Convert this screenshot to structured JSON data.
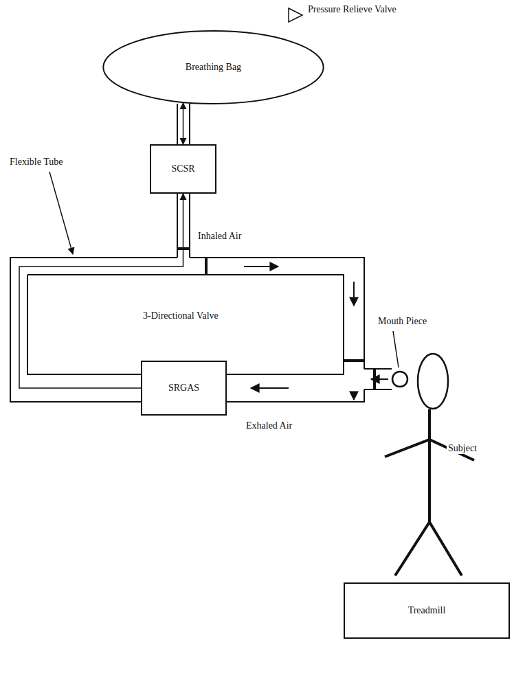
{
  "diagram": {
    "nodes": [
      {
        "text": [
          "Breathing Bag"
        ]
      },
      {
        "text": [
          "SCSR"
        ]
      },
      {
        "text": [
          "SRGAS"
        ]
      },
      {
        "text": [
          "Treadmill"
        ]
      }
    ],
    "edges": [
      {
        "from": 0,
        "to": 1,
        "arrow": "both"
      },
      {
        "from": 2,
        "to": 1,
        "arrow": "to"
      }
    ],
    "labels": [
      "Pressure Relieve Valve",
      "Flexible Tube",
      "Inhaled Air",
      "3-Directional Valve",
      "Mouth Piece",
      "Exhaled Air",
      "Subject"
    ]
  }
}
